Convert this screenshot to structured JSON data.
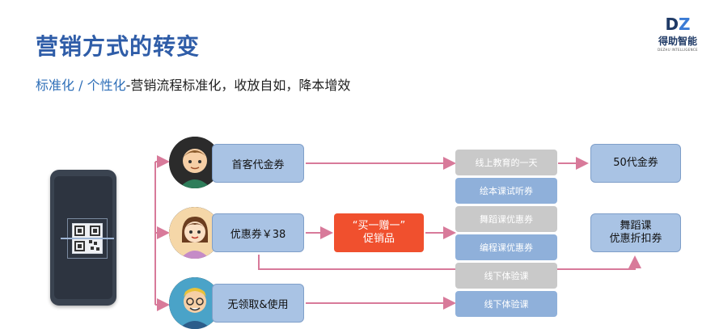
{
  "title": "营销方式的转变",
  "subtitle": {
    "highlight": "标准化 / 个性化",
    "rest": "-营销流程标准化，收放自如，降本增效"
  },
  "logo": {
    "mark_a": "D",
    "mark_b": "Z",
    "name": "得助智能",
    "tagline": "DEZHU INTELLIGENCE"
  },
  "customers": [
    {
      "label": "首客代金券"
    },
    {
      "label": "优惠券￥38"
    },
    {
      "label": "无领取&使用"
    }
  ],
  "promo": {
    "label": "“买一赠一”\n促销品"
  },
  "offers": [
    {
      "label": "线上教育的一天",
      "style": "gray"
    },
    {
      "label": "绘本课试听券",
      "style": "blue"
    },
    {
      "label": "舞蹈课优惠券",
      "style": "gray"
    },
    {
      "label": "编程课优惠券",
      "style": "blue"
    },
    {
      "label": "线下体验课",
      "style": "gray"
    },
    {
      "label": "线下体验课",
      "style": "blue"
    }
  ],
  "results": [
    {
      "label": "50代金券"
    },
    {
      "label": "舞蹈课\n优惠折扣券"
    }
  ],
  "colors": {
    "title": "#2f5da8",
    "arrow": "#d87a9a",
    "node": "#a9c3e4",
    "promo": "#f0502e"
  }
}
